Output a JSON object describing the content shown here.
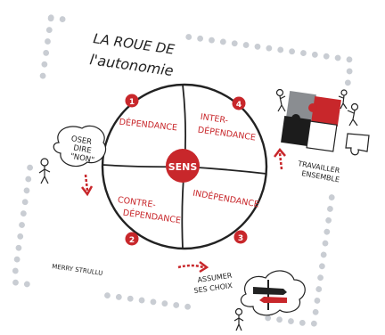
{
  "title": {
    "line1": "LA ROUE DE",
    "line2": "l'autonomie"
  },
  "center": {
    "label": "SENS"
  },
  "quadrants": [
    {
      "lines": [
        "DÉPENDANCE"
      ],
      "number": "1"
    },
    {
      "lines": [
        "INTER-",
        "DÉPENDANCE"
      ],
      "number": "4"
    },
    {
      "lines": [
        "CONTRE-",
        "DÉPENDANCE"
      ],
      "number": "2"
    },
    {
      "lines": [
        "INDÉPENDANCE"
      ],
      "number": "3"
    }
  ],
  "annotations": {
    "oser": [
      "OSER",
      "DIRE",
      "\"NON\""
    ],
    "travailler": [
      "TRAVAILLER",
      "ENSEMBLE"
    ],
    "assumer": [
      "ASSUMER",
      "SES CHOIX"
    ]
  },
  "author": "MERRY STRULLU",
  "colors": {
    "accent": "#c8272b",
    "ink": "#222222",
    "dots": "#c9cdd3",
    "puzzle_gray": "#8a8d91"
  }
}
